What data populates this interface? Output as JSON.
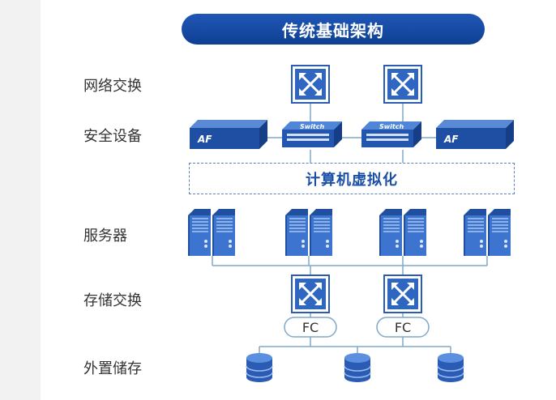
{
  "title": "传统基础架构",
  "rows": {
    "network_switch": "网络交换",
    "security": "安全设备",
    "servers": "服务器",
    "storage_switch": "存储交换",
    "external_storage": "外置储存"
  },
  "virtualization": "计算机虚拟化",
  "af_label": "AF",
  "switch_label": "Switch",
  "fc_label": "FC",
  "colors": {
    "primary": "#1a4fa6",
    "title_bg": "#1552b0",
    "line": "#7fa8c9",
    "device": "#2a5bb5"
  }
}
